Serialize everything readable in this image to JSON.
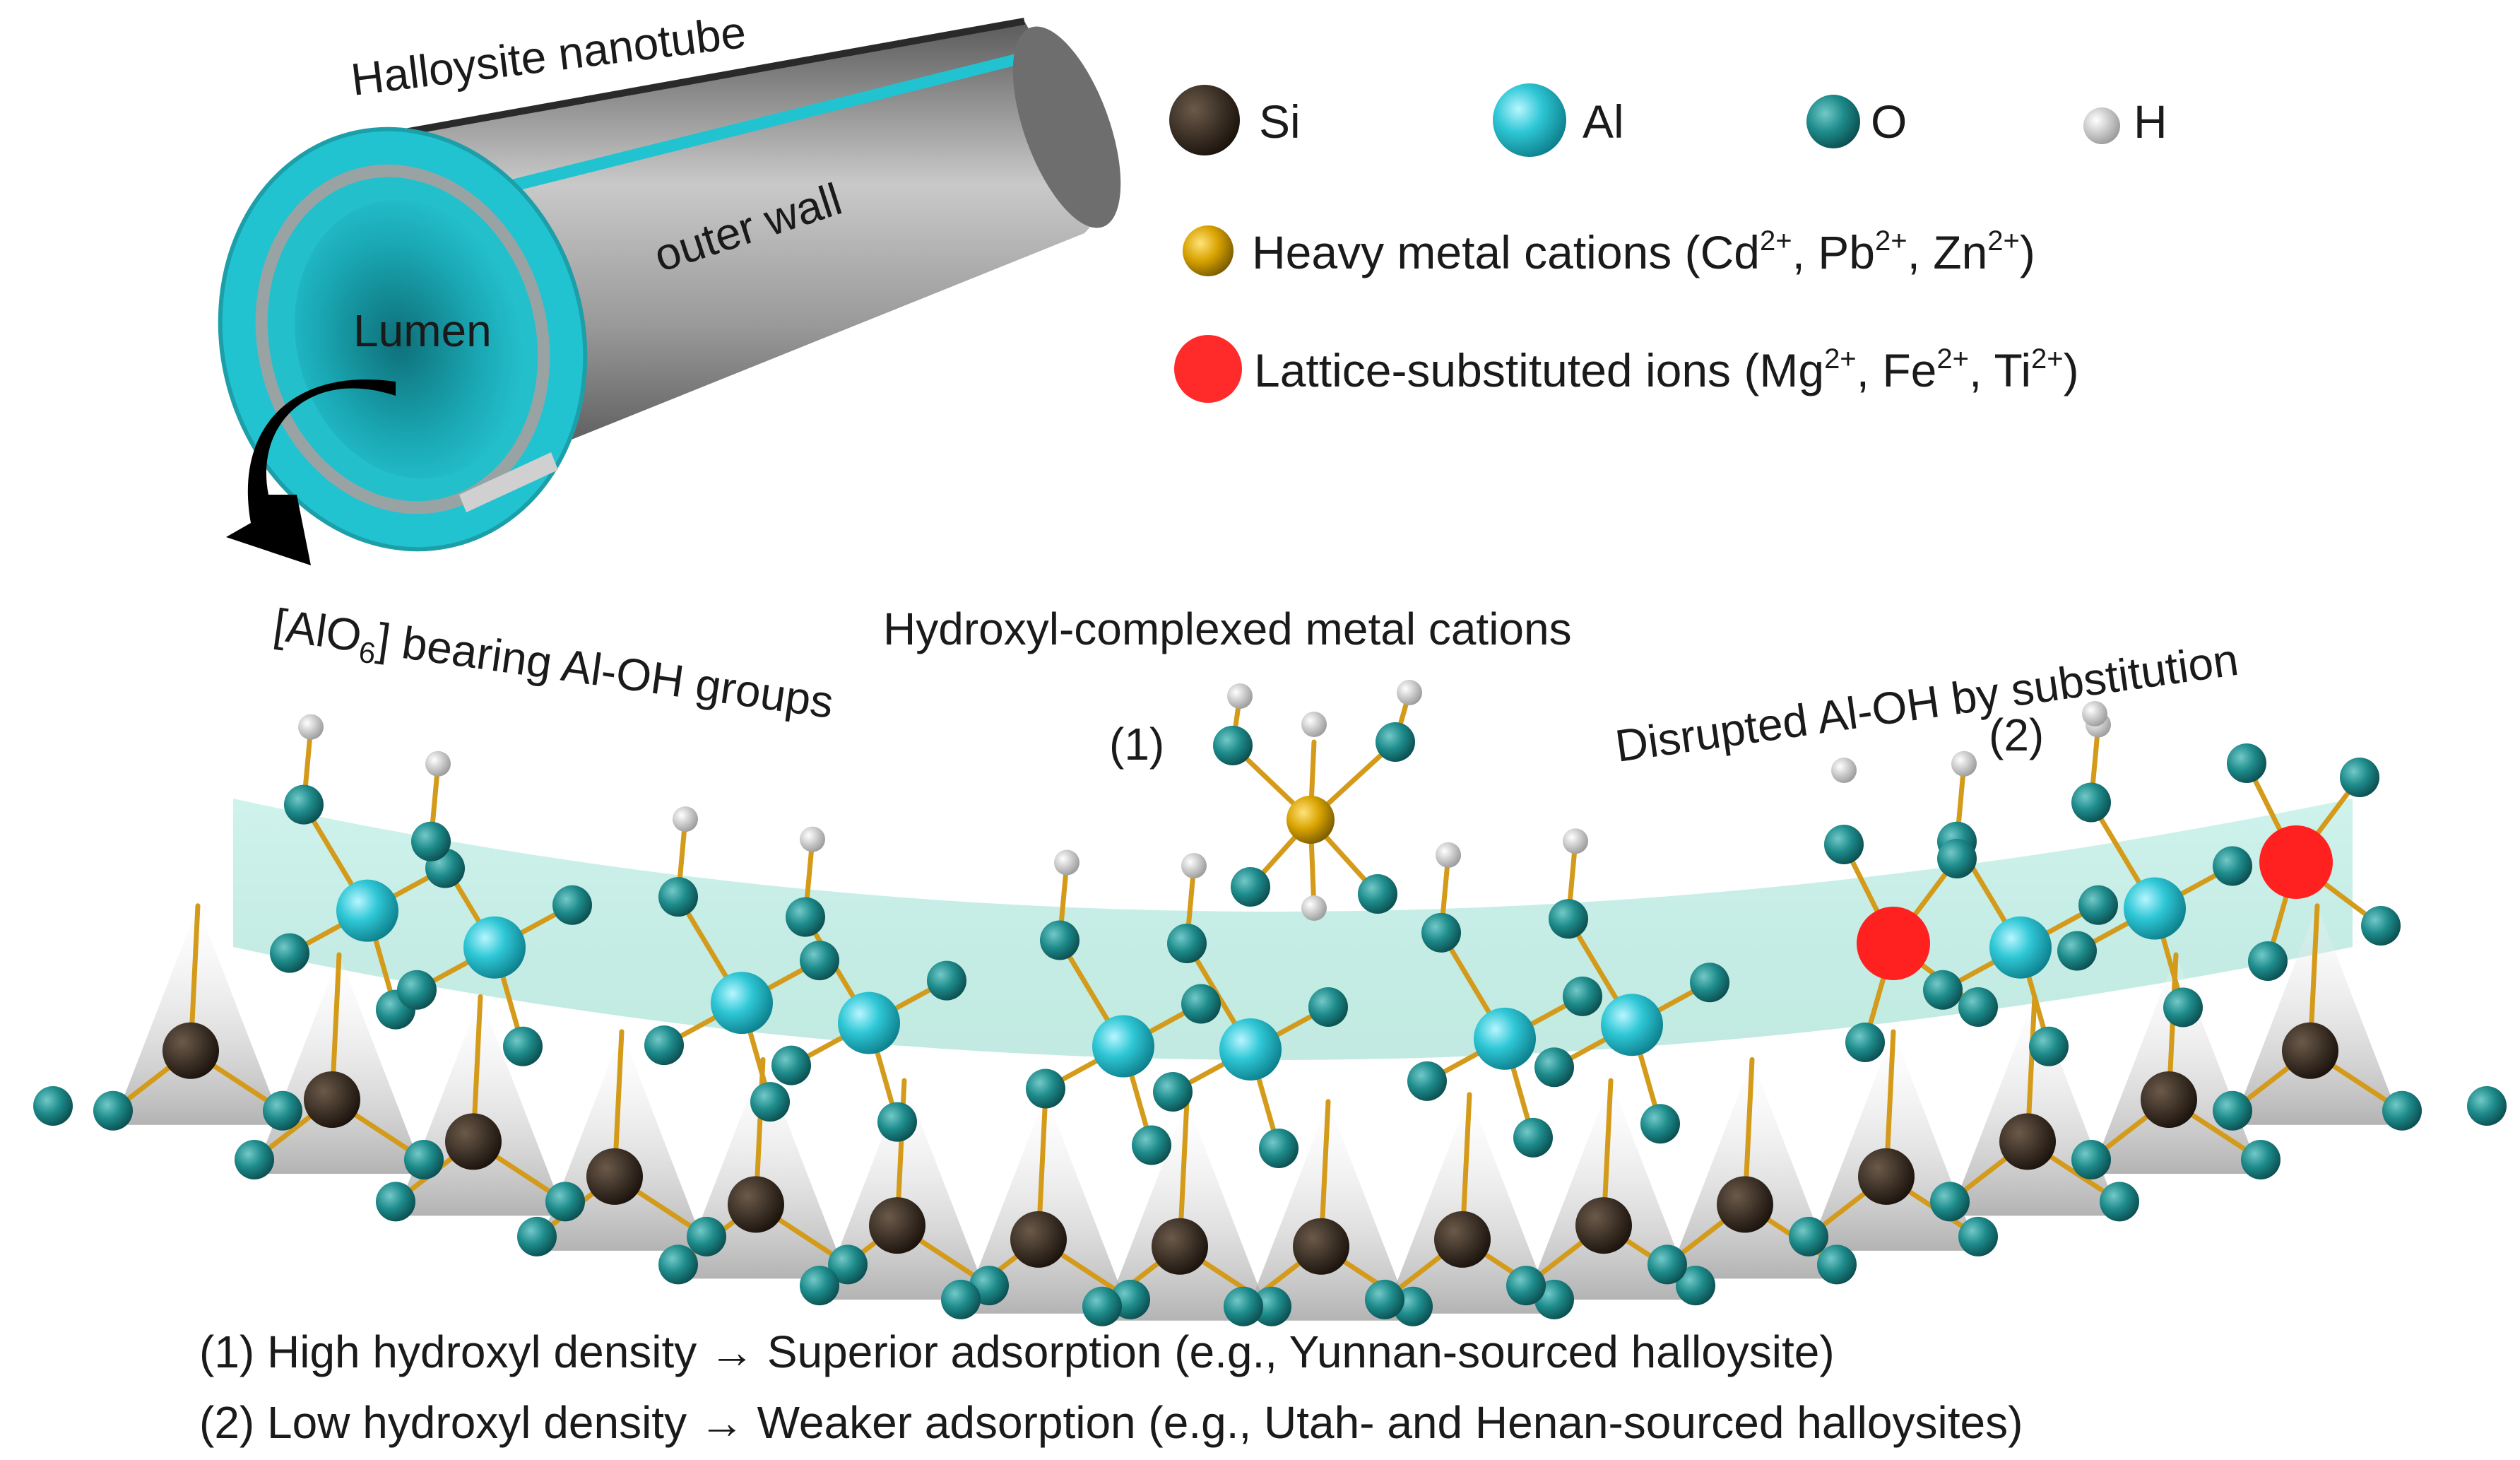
{
  "colors": {
    "si": "#2b2118",
    "al": "#2fc7d6",
    "o": "#1e8b8b",
    "h": "#f2f2f2",
    "heavy_metal": "#d8a300",
    "lattice_substituted": "#ff2020",
    "bond": "#d49a1a",
    "tube_gray": "#8c8c8c",
    "tube_cyan": "#21c3d0",
    "arrow": "#000000"
  },
  "nanotube": {
    "title": "Halloysite nanotube",
    "outer_wall": "outer wall",
    "lumen": "Lumen"
  },
  "legend": {
    "si": "Si",
    "al": "Al",
    "o": "O",
    "h": "H",
    "heavy_metal_prefix": "Heavy metal cations (Cd",
    "heavy_metal_cd_sup": "2+",
    "heavy_metal_pb": ", Pb",
    "heavy_metal_pb_sup": "2+",
    "heavy_metal_zn": ", Zn",
    "heavy_metal_zn_sup": "2+",
    "heavy_metal_end": ")",
    "lattice_prefix": "Lattice-substituted ions (Mg",
    "lattice_mg_sup": "2+",
    "lattice_fe": ", Fe",
    "lattice_fe_sup": "2+",
    "lattice_ti": ", Ti",
    "lattice_ti_sup": "2+",
    "lattice_end": ")"
  },
  "structure": {
    "alo6_open": "[AlO",
    "alo6_sub": "6",
    "alo6_rest": "] bearing Al-OH groups",
    "hydroxyl_complexed": "Hydroxyl-complexed metal cations",
    "marker_1": "(1)",
    "disrupted": "Disrupted Al-OH by substitution",
    "marker_2": "(2)"
  },
  "notes": {
    "line1": "(1) High hydroxyl density → Superior adsorption (e.g., Yunnan-sourced halloysite)",
    "line2": "(2) Low hydroxyl density → Weaker adsorption (e.g., Utah- and Henan-sourced halloysites)"
  }
}
